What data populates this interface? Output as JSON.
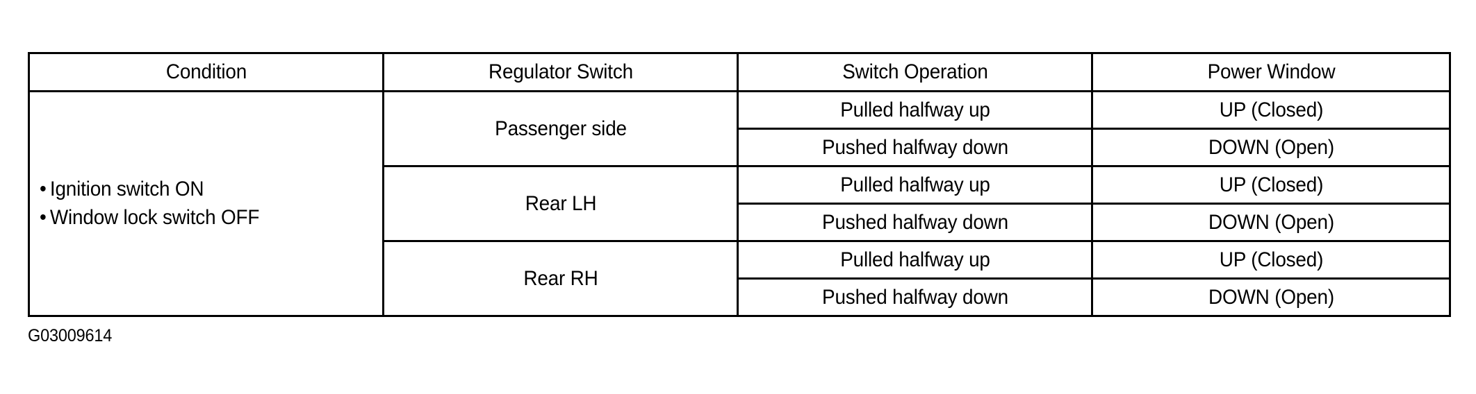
{
  "document": {
    "caption": "G03009614",
    "background_color": "#ffffff",
    "text_color": "#000000",
    "border_color": "#000000"
  },
  "table": {
    "headers": [
      "Condition",
      "Regulator Switch",
      "Switch Operation",
      "Power Window"
    ],
    "condition": {
      "bullet": "•",
      "items": [
        "Ignition switch ON",
        "Window lock switch OFF"
      ]
    },
    "groups": [
      {
        "regulator_switch": "Passenger side",
        "rows": [
          {
            "switch_operation": "Pulled halfway up",
            "power_window": "UP (Closed)"
          },
          {
            "switch_operation": "Pushed halfway down",
            "power_window": "DOWN (Open)"
          }
        ]
      },
      {
        "regulator_switch": "Rear LH",
        "rows": [
          {
            "switch_operation": "Pulled halfway up",
            "power_window": "UP (Closed)"
          },
          {
            "switch_operation": "Pushed halfway down",
            "power_window": "DOWN (Open)"
          }
        ]
      },
      {
        "regulator_switch": "Rear RH",
        "rows": [
          {
            "switch_operation": "Pulled halfway up",
            "power_window": "UP (Closed)"
          },
          {
            "switch_operation": "Pushed halfway down",
            "power_window": "DOWN (Open)"
          }
        ]
      }
    ]
  }
}
